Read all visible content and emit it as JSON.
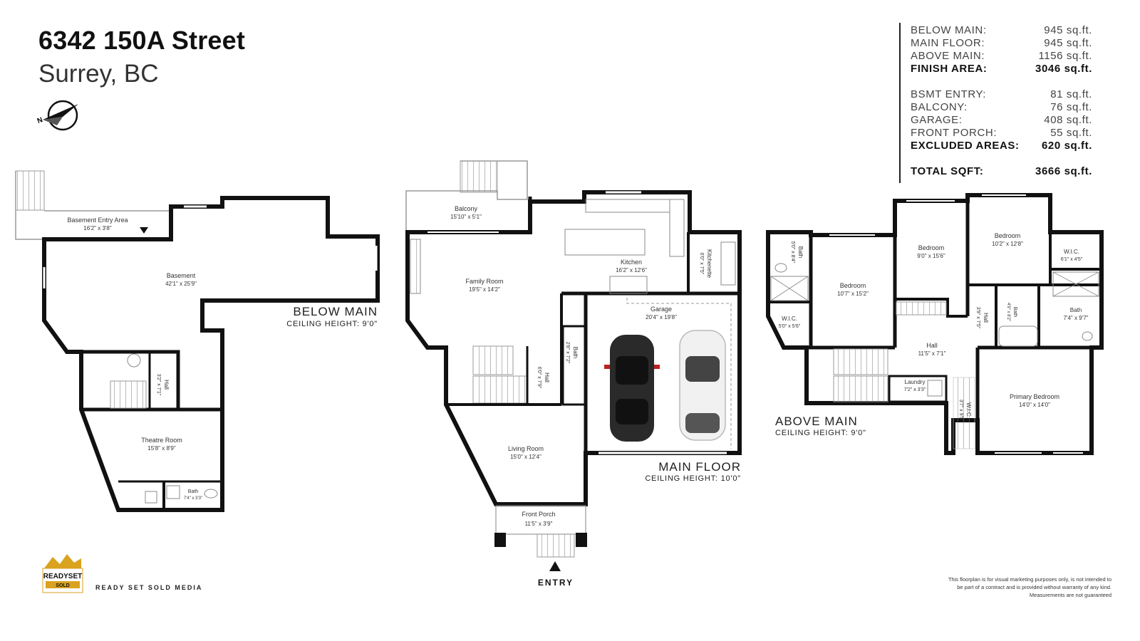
{
  "header": {
    "street": "6342 150A Street",
    "city": "Surrey, BC"
  },
  "stats": {
    "below_main": {
      "label": "BELOW MAIN:",
      "value": "945 sq.ft."
    },
    "main_floor": {
      "label": "MAIN FLOOR:",
      "value": "945 sq.ft."
    },
    "above_main": {
      "label": "ABOVE MAIN:",
      "value": "1156 sq.ft."
    },
    "finish_area": {
      "label": "FINISH AREA:",
      "value": "3046 sq.ft."
    },
    "bsmt_entry": {
      "label": "BSMT ENTRY:",
      "value": "81 sq.ft."
    },
    "balcony": {
      "label": "BALCONY:",
      "value": "76 sq.ft."
    },
    "garage": {
      "label": "GARAGE:",
      "value": "408 sq.ft."
    },
    "front_porch": {
      "label": "FRONT PORCH:",
      "value": "55 sq.ft."
    },
    "excluded_areas": {
      "label": "EXCLUDED AREAS:",
      "value": "620 sq.ft."
    },
    "total_sqft": {
      "label": "TOTAL SQFT:",
      "value": "3666 sq.ft."
    }
  },
  "floors": {
    "below": {
      "name": "BELOW MAIN",
      "ceiling": "CEILING HEIGHT: 9'0\"",
      "rooms": {
        "entry_area": {
          "name": "Basement Entry Area",
          "dim": "16'2\" x 3'8\""
        },
        "basement": {
          "name": "Basement",
          "dim": "42'1\" x 25'9\""
        },
        "hall": {
          "name": "Hall",
          "dim": "3'2\" x 7'1\""
        },
        "theatre": {
          "name": "Theatre Room",
          "dim": "15'8\" x 8'9\""
        },
        "bath": {
          "name": "Bath",
          "dim": "7'4\" x 3'3\""
        }
      }
    },
    "main": {
      "name": "MAIN FLOOR",
      "ceiling": "CEILING HEIGHT: 10'0\"",
      "entry": "ENTRY",
      "rooms": {
        "balcony": {
          "name": "Balcony",
          "dim": "15'10\" x 5'1\""
        },
        "kitchen": {
          "name": "Kitchen",
          "dim": "16'2\" x 12'6\""
        },
        "kitchenette": {
          "name": "Kitchenette",
          "dim": "6'0\" x 7'5\""
        },
        "family": {
          "name": "Family Room",
          "dim": "19'5\" x 14'2\""
        },
        "garage": {
          "name": "Garage",
          "dim": "20'4\" x 19'8\""
        },
        "bath": {
          "name": "Bath",
          "dim": "2'8\" x 7'2\""
        },
        "hall": {
          "name": "Hall",
          "dim": "6'0\" x 7'9\""
        },
        "living": {
          "name": "Living Room",
          "dim": "15'0\" x 12'4\""
        },
        "porch": {
          "name": "Front Porch",
          "dim": "11'5\" x 3'9\""
        }
      }
    },
    "above": {
      "name": "ABOVE MAIN",
      "ceiling": "CEILING HEIGHT: 9'0\"",
      "rooms": {
        "bath_left": {
          "name": "Bath",
          "dim": "5'0\" x 8'4\""
        },
        "wic_left": {
          "name": "W.I.C.",
          "dim": "5'0\" x 5'6\""
        },
        "bedroom1": {
          "name": "Bedroom",
          "dim": "10'7\" x 15'2\""
        },
        "bedroom2": {
          "name": "Bedroom",
          "dim": "9'0\" x 15'6\""
        },
        "bedroom3": {
          "name": "Bedroom",
          "dim": "10'2\" x 12'8\""
        },
        "wic_right": {
          "name": "W.I.C.",
          "dim": "6'1\" x 4'5\""
        },
        "hall_small": {
          "name": "Hall",
          "dim": "3'9\" x 7'5\""
        },
        "bath_mid": {
          "name": "Bath",
          "dim": "4'9\" x 8'2\""
        },
        "bath_right": {
          "name": "Bath",
          "dim": "7'4\" x 9'7\""
        },
        "hall": {
          "name": "Hall",
          "dim": "11'5\" x 7'1\""
        },
        "laundry": {
          "name": "Laundry",
          "dim": "7'2\" x 3'3\""
        },
        "wic_bottom": {
          "name": "W.I.C.",
          "dim": "3'7\" x 9'5\""
        },
        "primary": {
          "name": "Primary Bedroom",
          "dim": "14'0\" x 14'0\""
        }
      }
    }
  },
  "brand": {
    "logo_top": "READYSET",
    "logo_bottom": "SOLD",
    "name": "READY SET SOLD MEDIA"
  },
  "disclaimer": {
    "line1": "This floorplan is for visual marketing purposes only, is not intended to",
    "line2": "be part of a contract and is provided without warranty of any kind.",
    "line3": "Measurements are not guaranteed"
  },
  "colors": {
    "wall": "#111111",
    "accent_gold": "#d9a21f"
  }
}
